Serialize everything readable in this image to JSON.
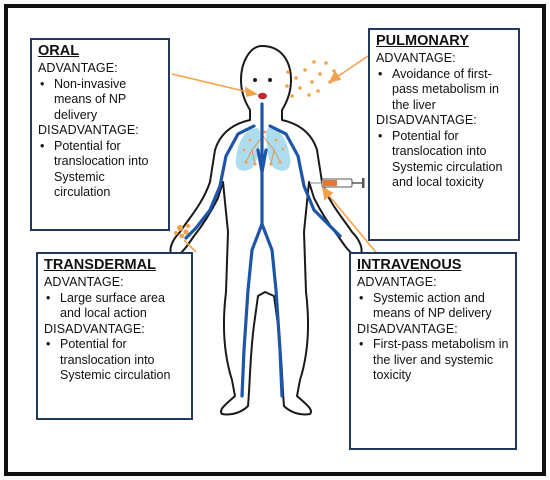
{
  "routes": {
    "oral": {
      "title": "ORAL",
      "advantage_label": "ADVANTAGE:",
      "advantages": [
        "Non-invasive means of NP delivery"
      ],
      "disadvantage_label": "DISADVANTAGE:",
      "disadvantages": [
        "Potential for translocation into Systemic circulation"
      ]
    },
    "pulmonary": {
      "title": "PULMONARY",
      "advantage_label": "ADVANTAGE:",
      "advantages": [
        "Avoidance of first-pass metabolism in the liver"
      ],
      "disadvantage_label": "DISADVANTAGE:",
      "disadvantages": [
        "Potential for translocation into Systemic circulation and local toxicity"
      ]
    },
    "transdermal": {
      "title": "TRANSDERMAL",
      "advantage_label": "ADVANTAGE:",
      "advantages": [
        "Large surface area and local action"
      ],
      "disadvantage_label": "DISADVANTAGE:",
      "disadvantages": [
        "Potential for translocation into Systemic circulation"
      ]
    },
    "intravenous": {
      "title": "INTRAVENOUS",
      "advantage_label": "ADVANTAGE:",
      "advantages": [
        "Systemic action and means of NP delivery"
      ],
      "disadvantage_label": "DISADVANTAGE:",
      "disadvantages": [
        "First-pass metabolism in the liver and systemic toxicity"
      ]
    }
  },
  "colors": {
    "frame": "#111111",
    "box_border": "#24375f",
    "vessel": "#1d55a8",
    "arrow": "#f2a24a",
    "particles": "#f2a24a",
    "lungs": "#9fd6ef",
    "mouth": "#c0282d",
    "body_outline": "#1a1a1a"
  }
}
